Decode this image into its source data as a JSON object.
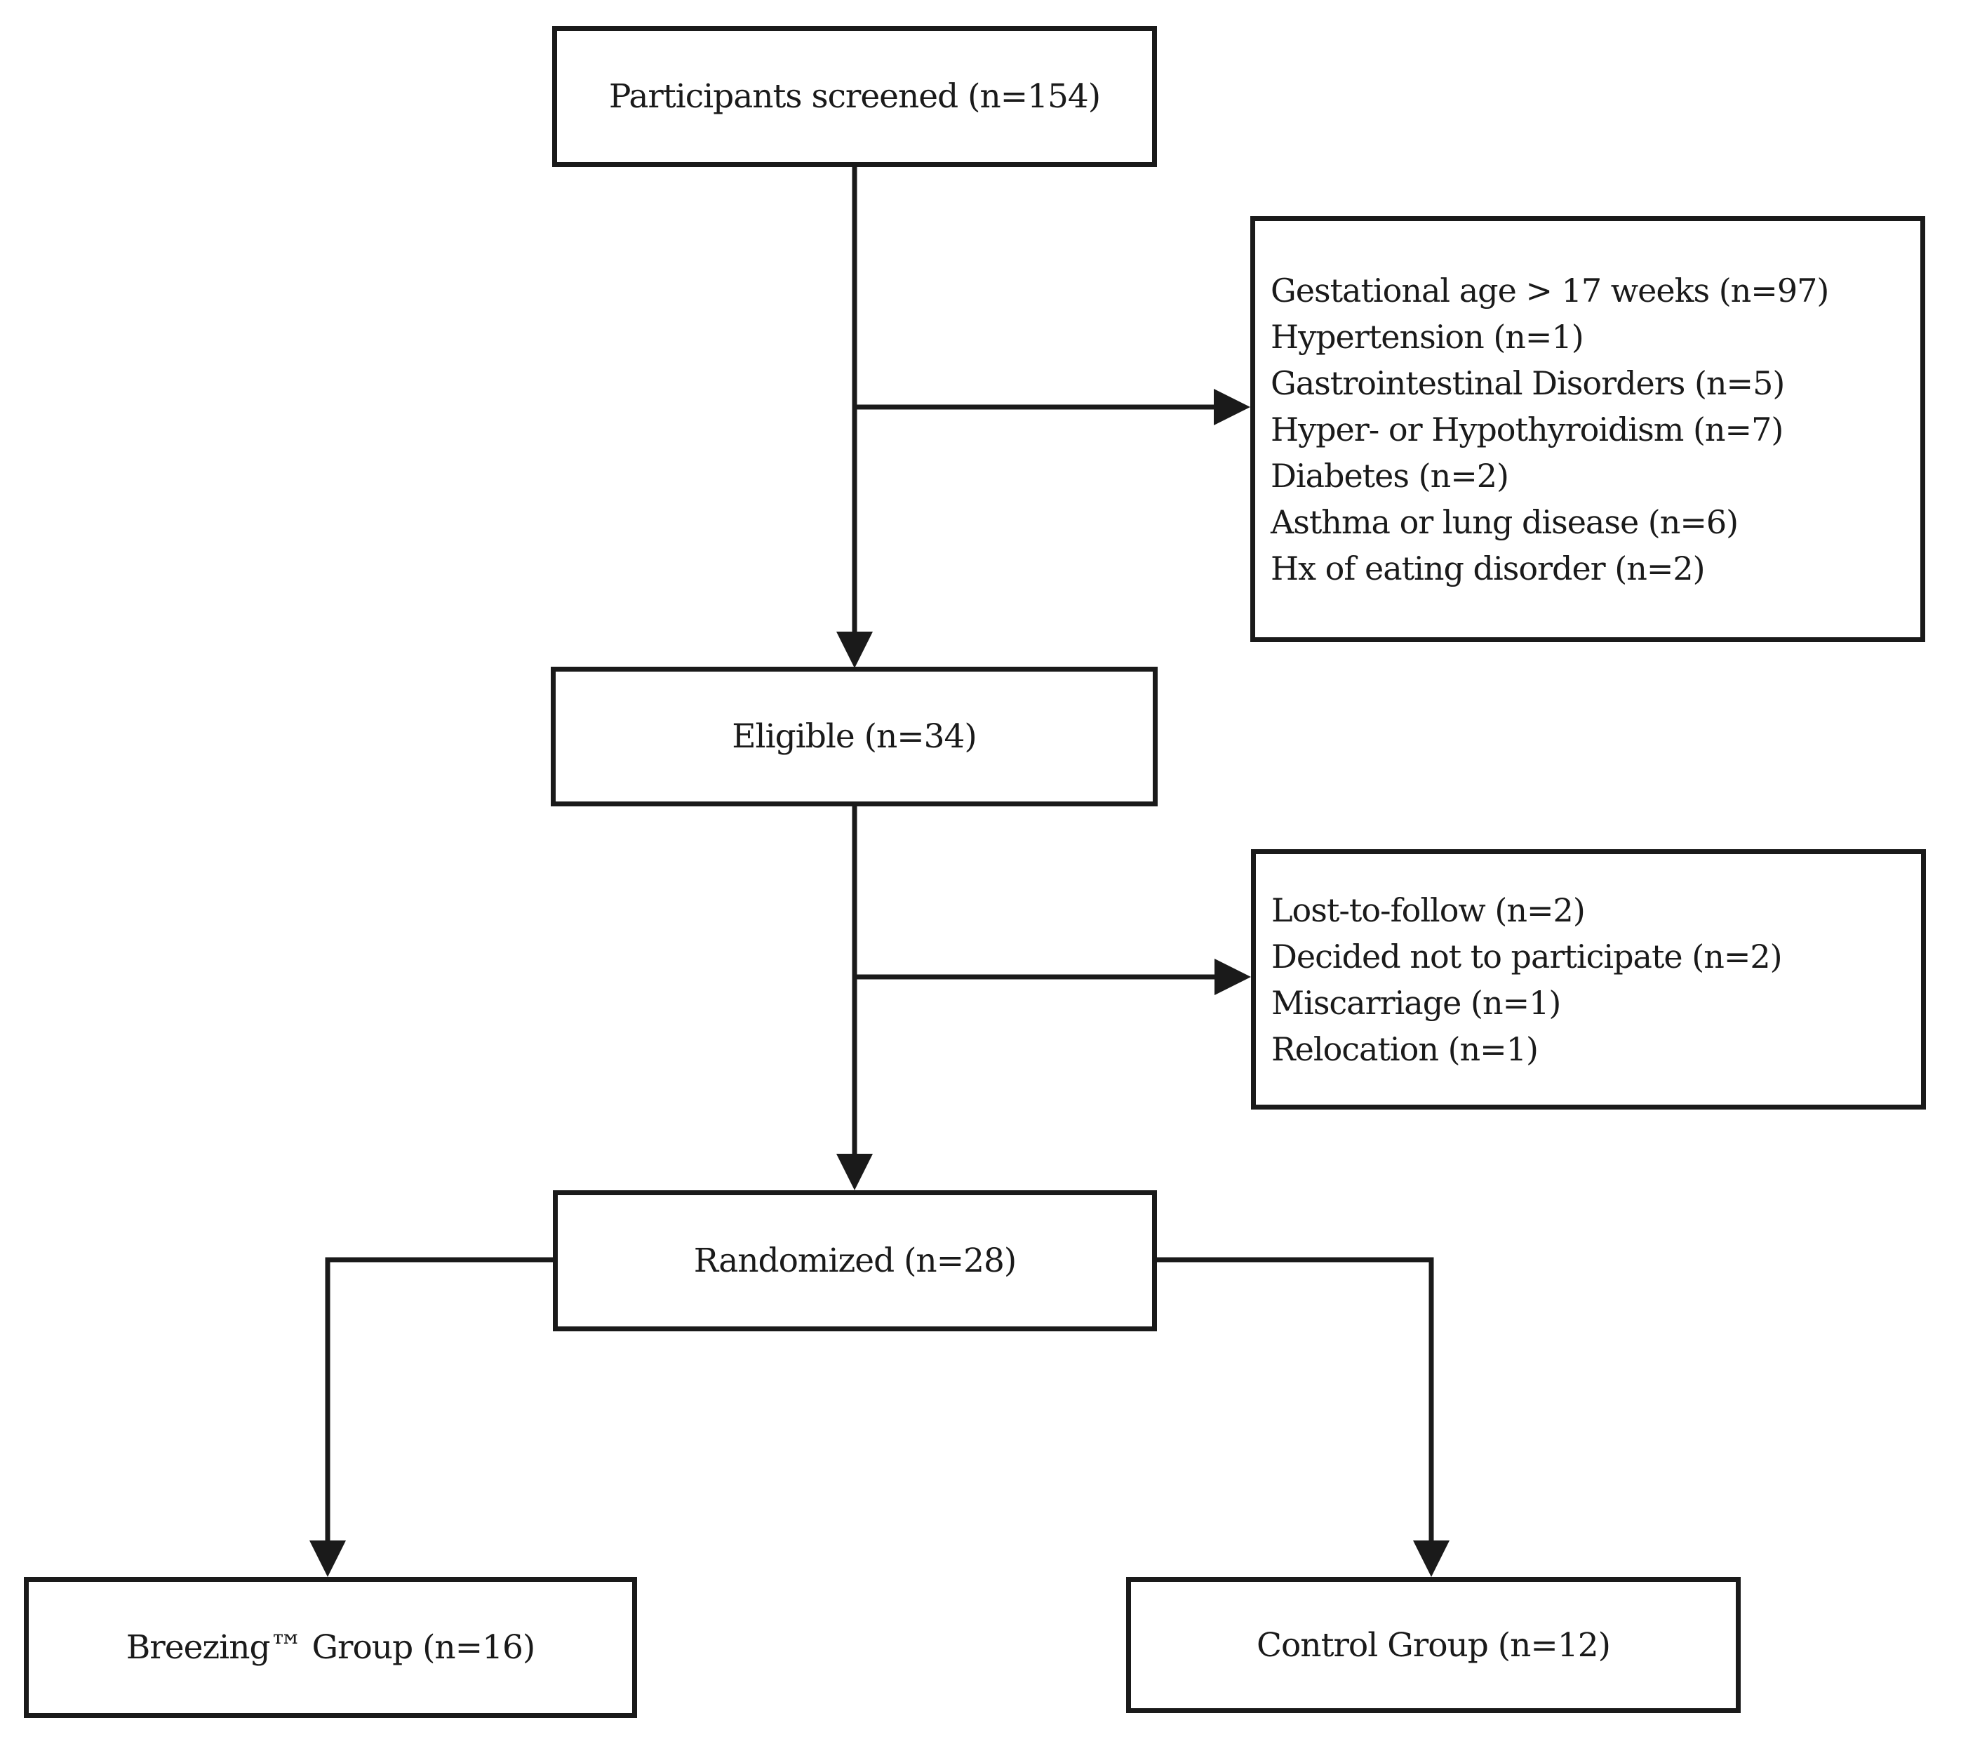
{
  "flow": {
    "screened": {
      "label": "Participants screened (n=154)"
    },
    "excluded_screening": {
      "items": [
        "Gestational age > 17 weeks (n=97)",
        "Hypertension (n=1)",
        "Gastrointestinal Disorders (n=5)",
        "Hyper- or Hypothyroidism (n=7)",
        "Diabetes (n=2)",
        "Asthma or lung disease (n=6)",
        "Hx of eating disorder (n=2)"
      ]
    },
    "eligible": {
      "label": "Eligible (n=34)"
    },
    "excluded_eligibility": {
      "items": [
        "Lost-to-follow (n=2)",
        "Decided not to participate (n=2)",
        "Miscarriage (n=1)",
        "Relocation (n=1)"
      ]
    },
    "randomized": {
      "label": "Randomized (n=28)"
    },
    "breezing": {
      "label": "Breezing™ Group (n=16)"
    },
    "control": {
      "label": "Control Group (n=12)"
    }
  },
  "colors": {
    "line": "#1a1a1a",
    "text": "#1a1a1a",
    "background": "#ffffff"
  }
}
